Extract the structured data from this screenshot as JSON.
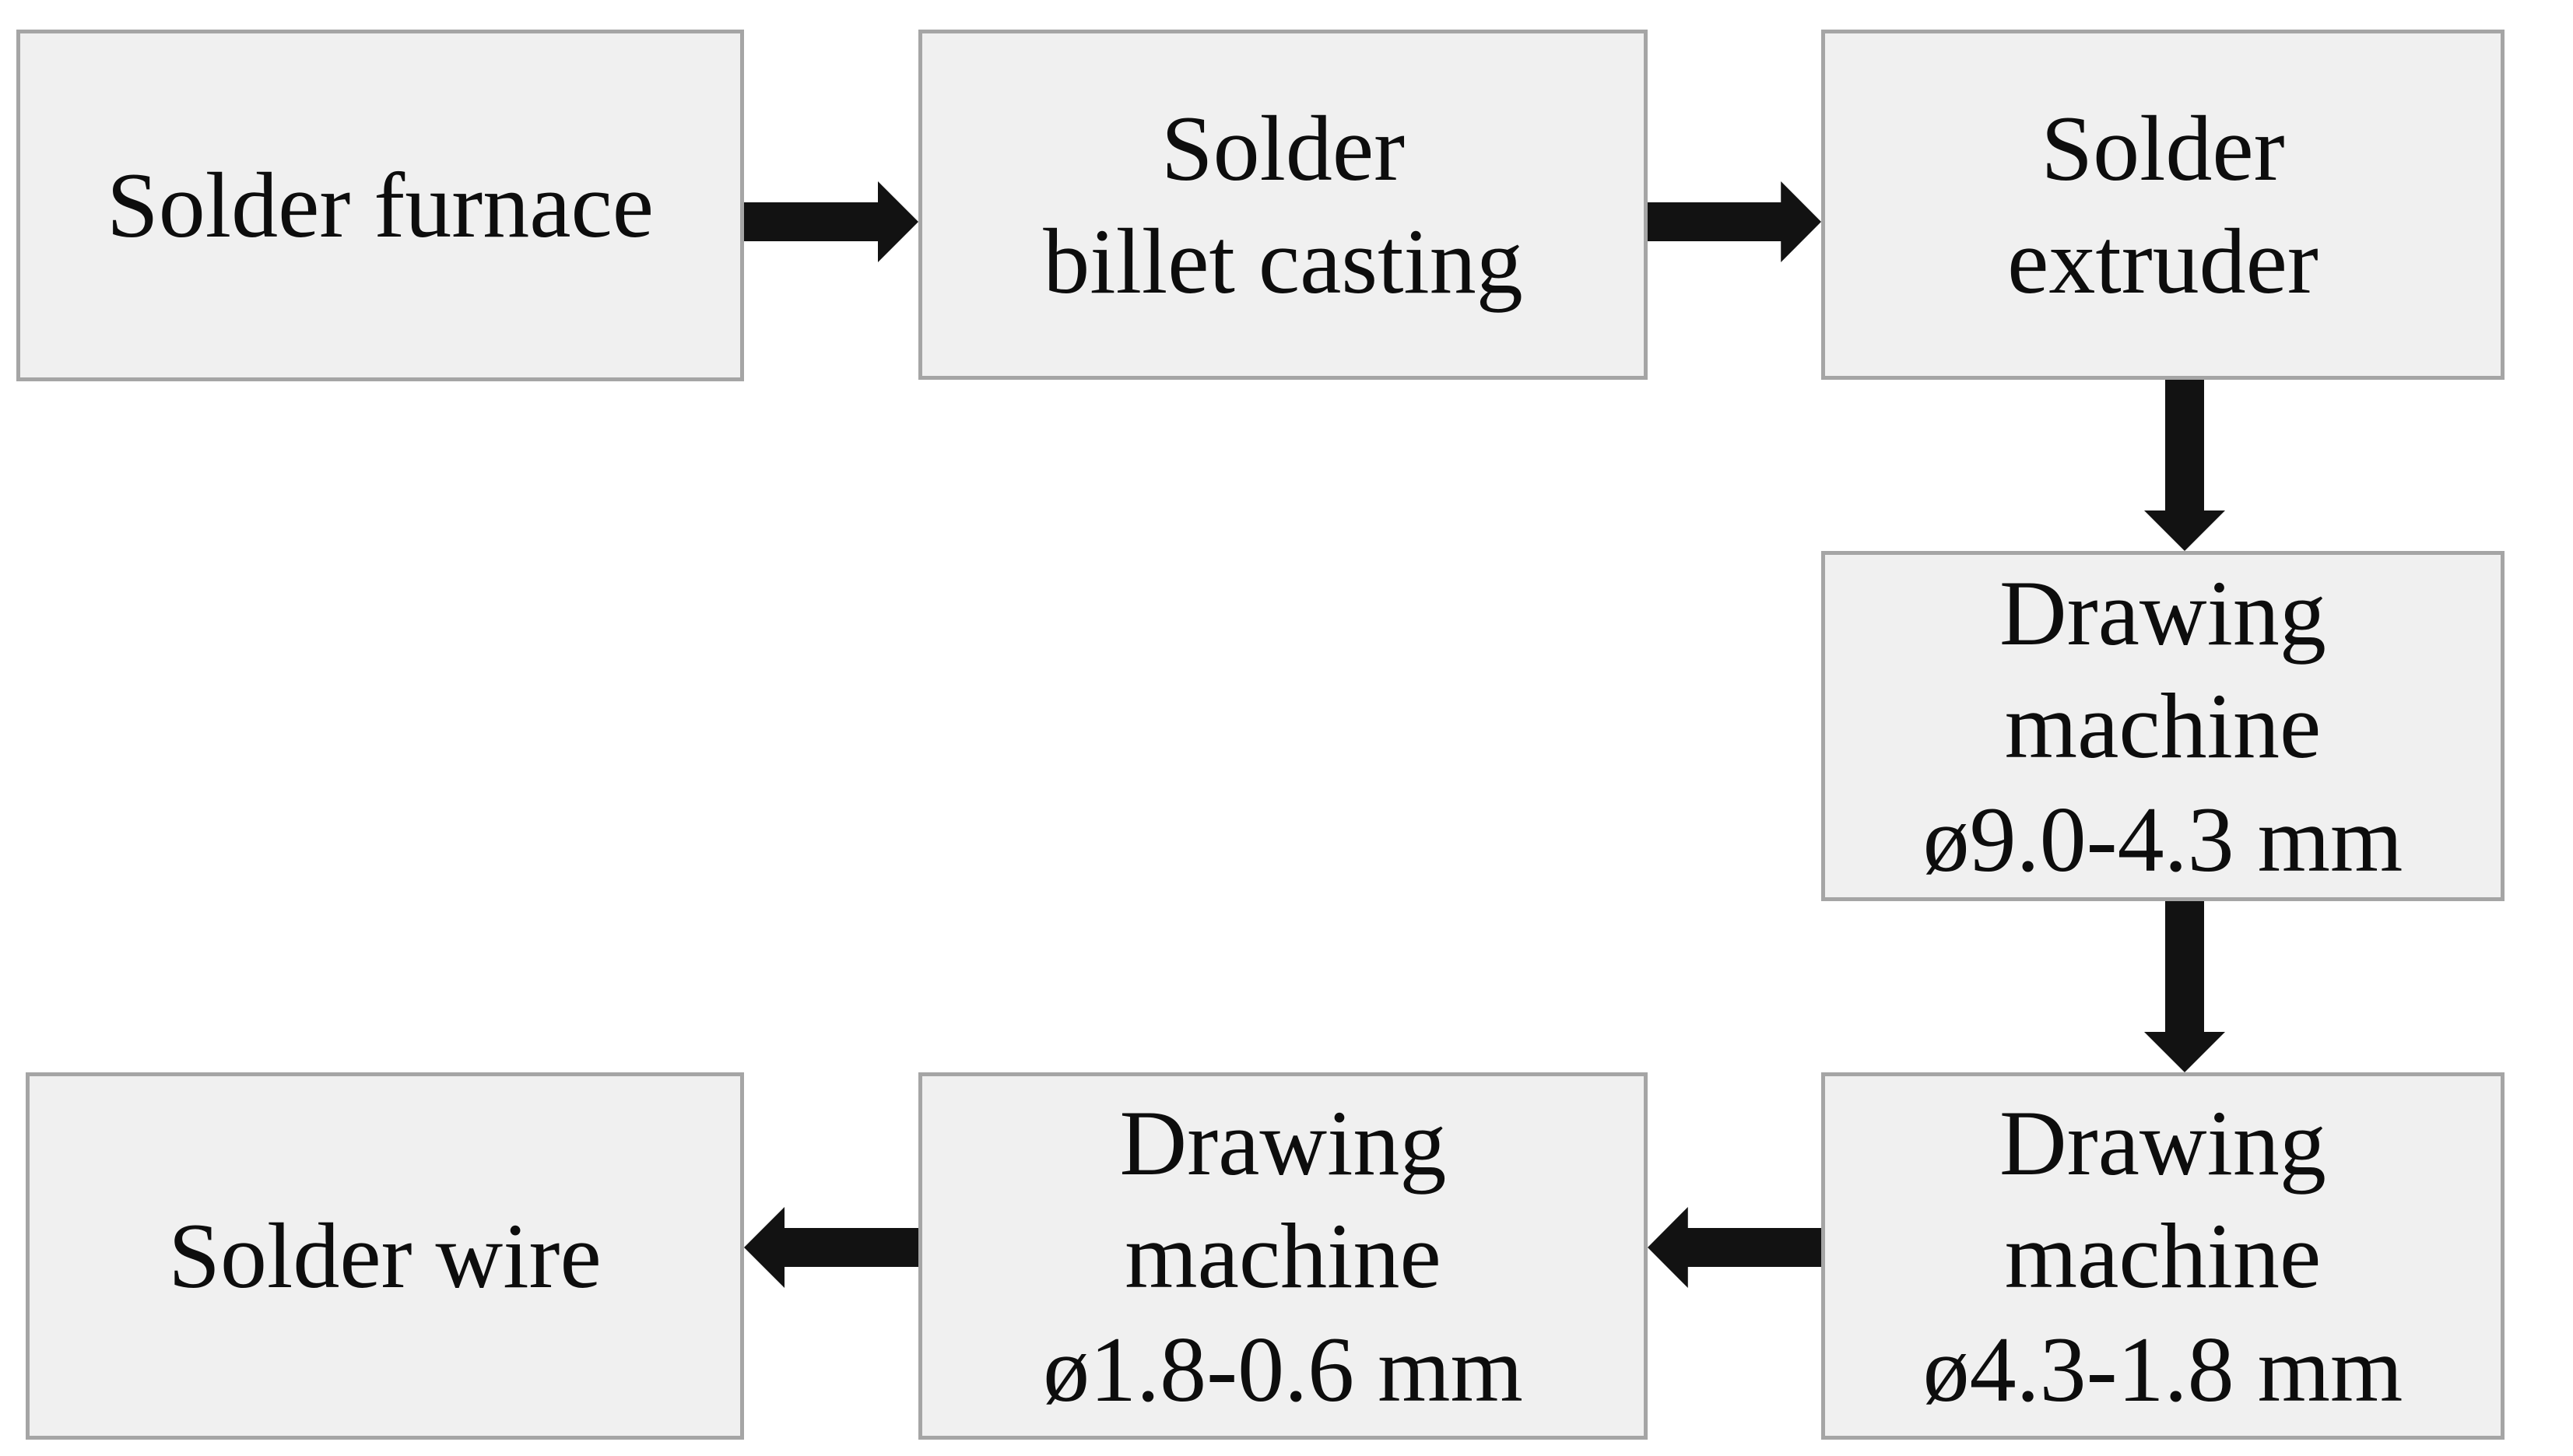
{
  "colors": {
    "background": "#ffffff",
    "box_fill": "#f0f0f0",
    "box_border": "#a5a5a5",
    "arrow": "#121212",
    "text": "#0d0d0d"
  },
  "nodes": [
    {
      "id": "solder-furnace",
      "lines": [
        "Solder furnace"
      ]
    },
    {
      "id": "solder-billet-casting",
      "lines": [
        "Solder",
        "billet casting"
      ]
    },
    {
      "id": "solder-extruder",
      "lines": [
        "Solder",
        "extruder"
      ]
    },
    {
      "id": "drawing-machine-1",
      "lines": [
        "Drawing",
        "machine",
        "ø9.0-4.3 mm"
      ]
    },
    {
      "id": "drawing-machine-2",
      "lines": [
        "Drawing",
        "machine",
        "ø4.3-1.8 mm"
      ]
    },
    {
      "id": "drawing-machine-3",
      "lines": [
        "Drawing",
        "machine",
        "ø1.8-0.6 mm"
      ]
    },
    {
      "id": "solder-wire",
      "lines": [
        "Solder wire"
      ]
    }
  ],
  "arrows": [
    {
      "from": "solder-furnace",
      "to": "solder-billet-casting",
      "direction": "right"
    },
    {
      "from": "solder-billet-casting",
      "to": "solder-extruder",
      "direction": "right"
    },
    {
      "from": "solder-extruder",
      "to": "drawing-machine-1",
      "direction": "down"
    },
    {
      "from": "drawing-machine-1",
      "to": "drawing-machine-2",
      "direction": "down"
    },
    {
      "from": "drawing-machine-2",
      "to": "drawing-machine-3",
      "direction": "left"
    },
    {
      "from": "drawing-machine-3",
      "to": "solder-wire",
      "direction": "left"
    }
  ]
}
